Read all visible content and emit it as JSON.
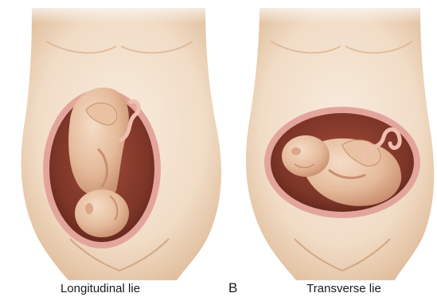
{
  "panels": [
    {
      "caption": "Longitudinal lie"
    },
    {
      "letter": "B",
      "caption": "Transverse lie"
    }
  ],
  "colors": {
    "skin_light": "#f7e9da",
    "skin_mid": "#ecd0b3",
    "skin_shadow": "#dcb591",
    "uterus_wall": "#e3a59b",
    "uterus_cavity": "#7c3527",
    "fetus": "#e9c2a3",
    "fetus_shadow": "#c98e6e",
    "cord": "#f0bfb0"
  }
}
